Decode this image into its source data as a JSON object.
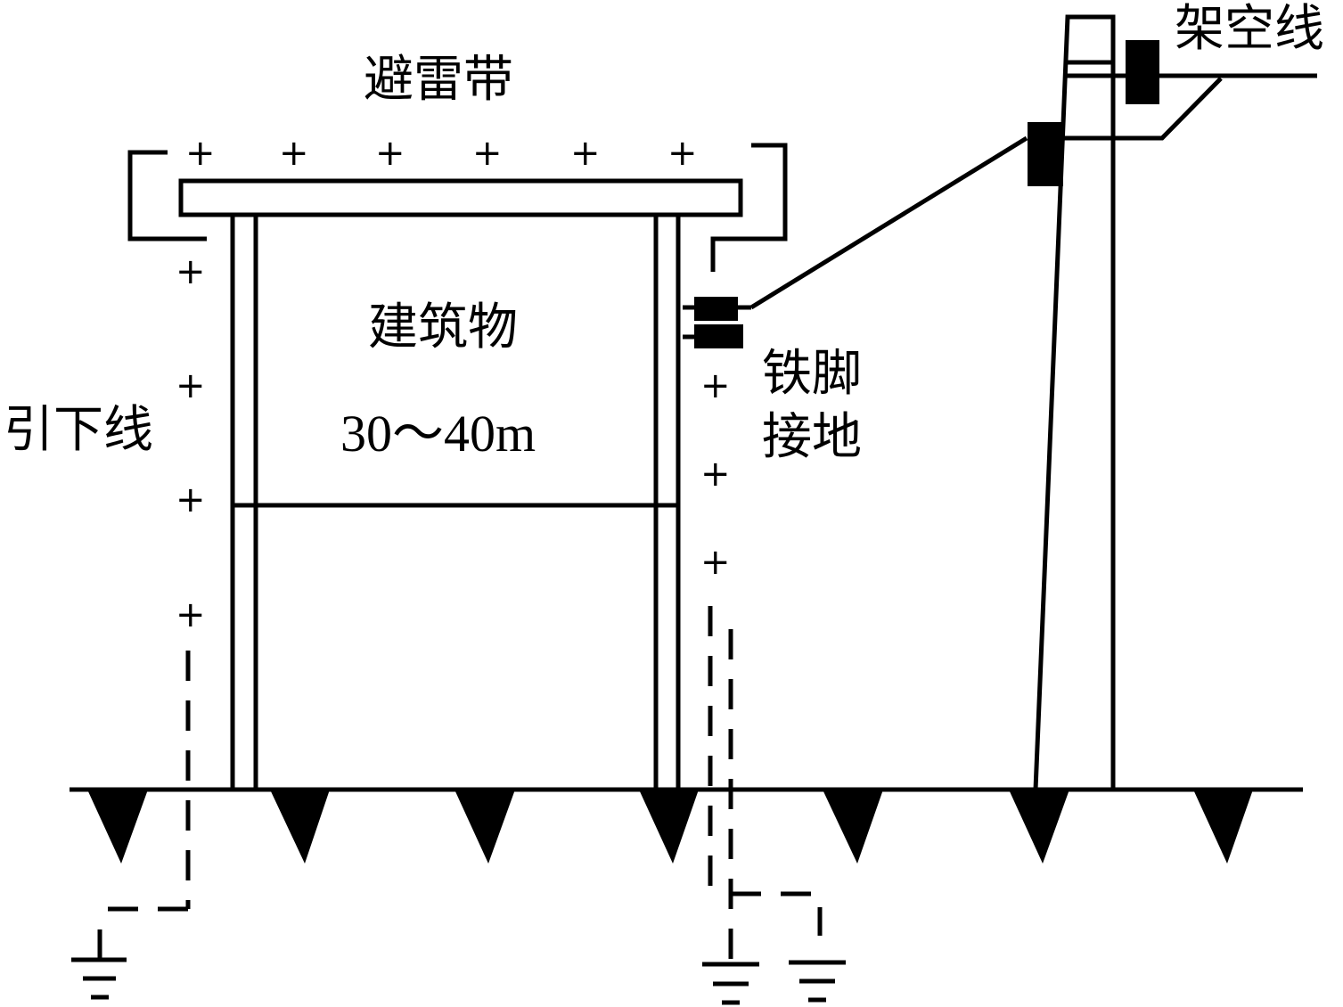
{
  "labels": {
    "lightning_strip": "避雷带",
    "building": "建筑物",
    "building_height": "30～40m",
    "down_conductor": "引下线",
    "iron_foot_grounding_line1": "铁脚",
    "iron_foot_grounding_line2": "接地",
    "overhead_line": "架空线"
  },
  "plus_symbol": "+",
  "colors": {
    "line": "#000000",
    "background": "#ffffff"
  }
}
